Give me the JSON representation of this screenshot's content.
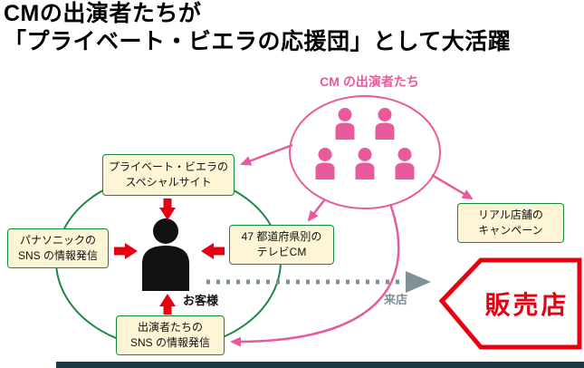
{
  "title": {
    "line1": "CMの出演者たちが",
    "line2": "「プライベート・ビエラの応援団」として大活躍"
  },
  "diagram": {
    "cast_label": "CM の出演者たち",
    "boxes": {
      "special_site": "プライベート・ビエラの\nスペシャルサイト",
      "panasonic_sns": "パナソニックの\nSNS の情報発信",
      "tv_cm": "47 都道府県別の\nテレビCM",
      "performers_sns": "出演者たちの\nSNS の情報発信",
      "store_campaign": "リアル店舗の\nキャンペーン"
    },
    "customer_label": "お客様",
    "visit_label": "来店",
    "store_label": "販売店",
    "colors": {
      "pink": "#e85a9b",
      "green": "#168a43",
      "red": "#e60012",
      "cream": "#fdf5d6",
      "gray": "#7f9097",
      "black": "#111111"
    }
  }
}
